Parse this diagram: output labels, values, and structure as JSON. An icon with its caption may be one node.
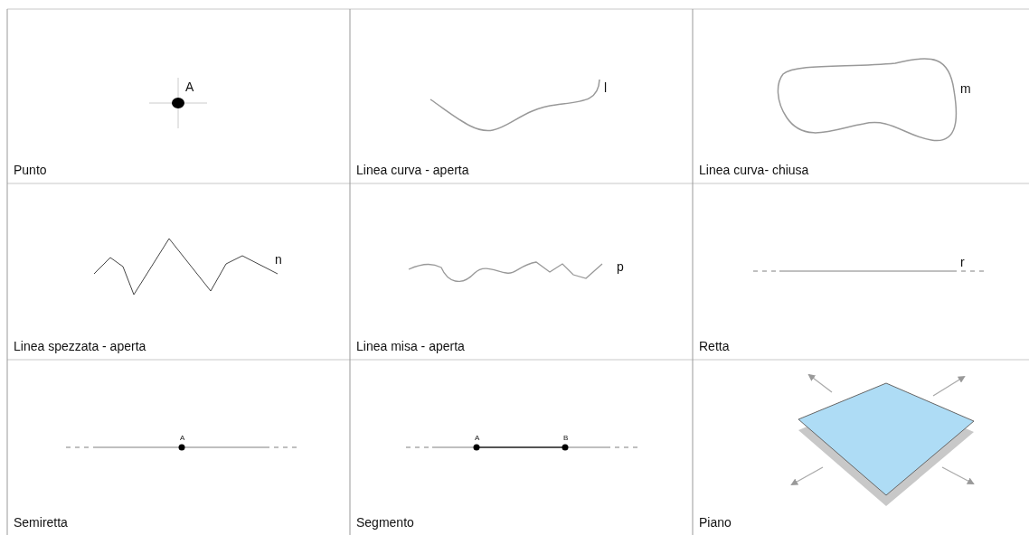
{
  "diagram": {
    "labels": [
      "A",
      "Punto",
      "l",
      "Linea curva - aperta",
      "m",
      "Linea curva- chiusa",
      "n",
      "Linea spezzata - aperta",
      "p",
      "Linea misa - aperta",
      "r",
      "Retta",
      "A",
      "Semiretta",
      "A",
      "B",
      "Segmento",
      "Piano"
    ]
  }
}
